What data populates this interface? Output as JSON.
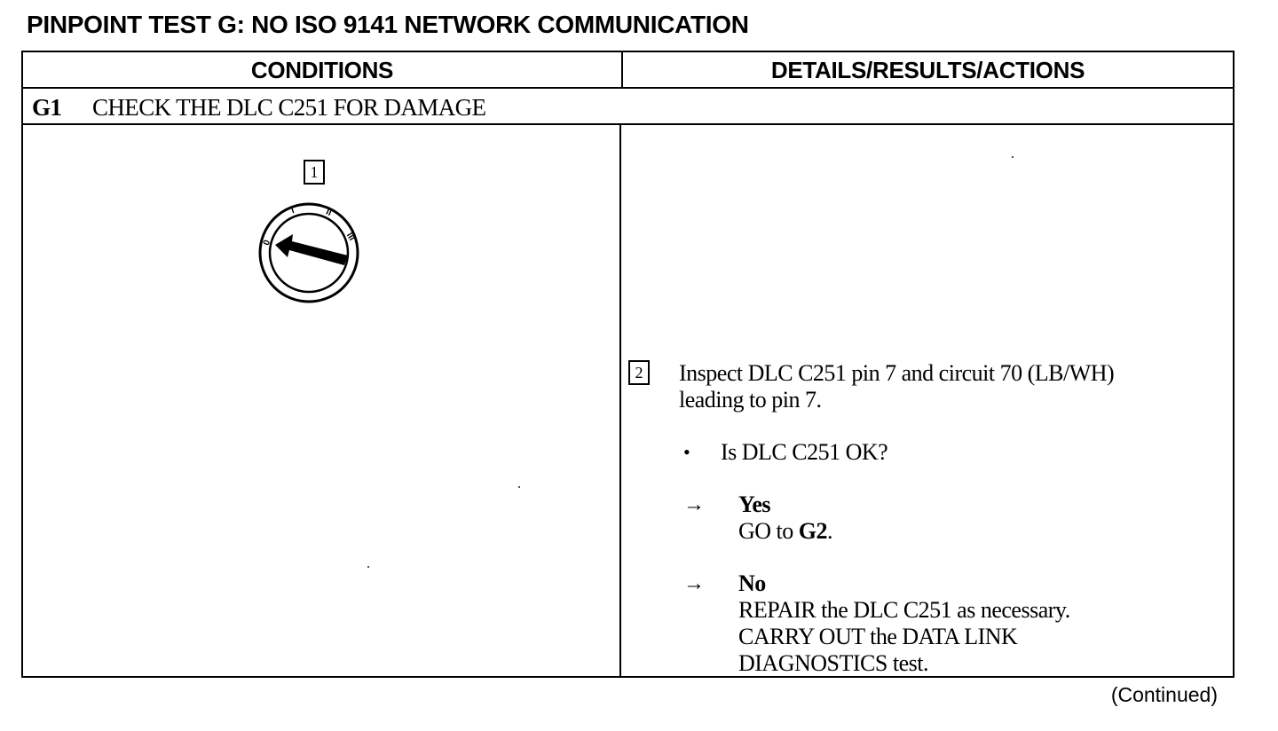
{
  "title": "PINPOINT TEST G: NO ISO 9141 NETWORK COMMUNICATION",
  "columns": {
    "conditions": "CONDITIONS",
    "details": "DETAILS/RESULTS/ACTIONS"
  },
  "step": {
    "id": "G1",
    "label": "CHECK THE DLC C251 FOR DAMAGE"
  },
  "conditions": {
    "badge": "1",
    "ignition_switch": {
      "positions": [
        "0",
        "I",
        "II",
        "III"
      ],
      "selected": "0"
    }
  },
  "details": {
    "badge": "2",
    "instruction_line1": "Inspect DLC C251 pin 7 and circuit 70 (LB/WH)",
    "instruction_line2": "leading to pin 7.",
    "question": "Is DLC C251 OK?",
    "yes": {
      "label": "Yes",
      "action_prefix": "GO to ",
      "action_target": "G2",
      "action_suffix": "."
    },
    "no": {
      "label": "No",
      "line1": "REPAIR the DLC C251 as necessary.",
      "line2": "CARRY OUT the DATA LINK",
      "line3": "DIAGNOSTICS test."
    }
  },
  "footer": "(Continued)"
}
